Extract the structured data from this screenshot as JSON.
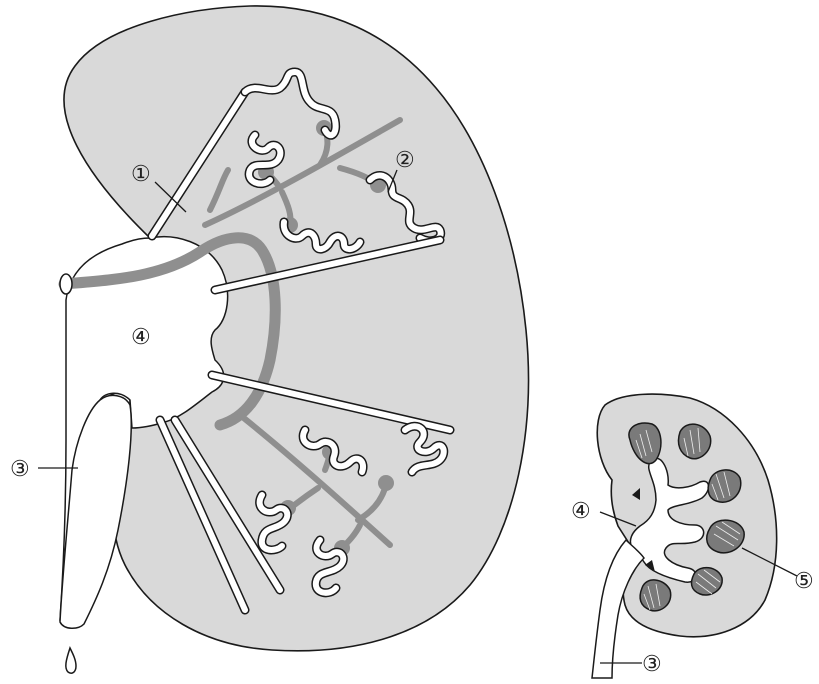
{
  "labels": {
    "renal_cortex_nephron": "①",
    "glomerulus_capsule": "②",
    "ureter": "③",
    "renal_pelvis": "④",
    "renal_pyramid": "⑤"
  },
  "small_kidney_labels": {
    "renal_pelvis": "④",
    "ureter": "③",
    "renal_pyramid": "⑤"
  },
  "large_kidney_labels": {
    "collecting_duct": "①",
    "nephron": "②",
    "ureter": "③",
    "renal_pelvis": "④"
  },
  "colors": {
    "tissue": "#d9d9d9",
    "vessel": "#8f8f8f",
    "pyramid": "#7a7a7a",
    "outline": "#1a1a1a"
  }
}
